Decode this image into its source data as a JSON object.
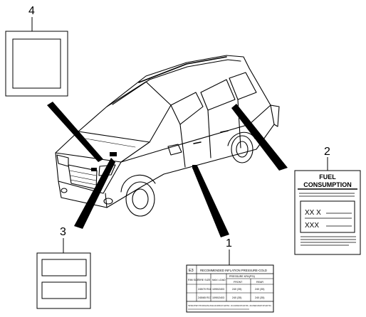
{
  "callouts": [
    {
      "number": "4"
    },
    {
      "number": "2"
    },
    {
      "number": "3"
    },
    {
      "number": "1"
    }
  ],
  "fuel_label": {
    "line1": "FUEL",
    "line2": "CONSUMPTION",
    "row1": "XX X",
    "row2": "XXX"
  },
  "tire_label": {
    "title": "RECOMMENDED INFLATION PRESSURE-COLD",
    "code": "E3",
    "col_size": "TIRE SIZE",
    "col_load": "MAX LOAD",
    "col_pressure": "PRESSURE KPA(PSI)",
    "col_front": "FRONT",
    "col_rear": "REAR",
    "row_label": "RIM SIZE",
    "rows": [
      {
        "size": "245/70 R16",
        "load": "1090/2403",
        "front": "240 (35)",
        "rear": "240 (35)"
      },
      {
        "size": "245/65 R17",
        "load": "1090/2403",
        "front": "240 (35)",
        "rear": "240 (35)"
      }
    ],
    "footnote": "THE TIRES FITTED TO THIS VEHICLE SHALL HAVE A LOAD RATING NOT LESS THAN ... OR A LOAD INDEX NOT LESS THAN ... AND A SPEED CATEGORY NOT LESS THAN ..."
  }
}
